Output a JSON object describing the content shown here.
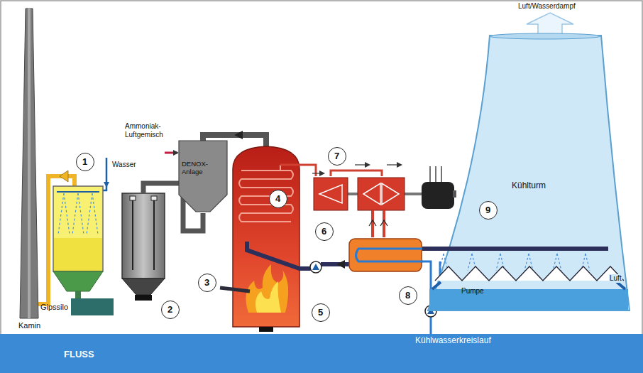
{
  "diagram": {
    "nodes": [
      {
        "text": [
          "Kamin"
        ]
      },
      {
        "text": [
          "Gipssilo"
        ]
      },
      {
        "text": [
          "DENOX-Anlage"
        ]
      },
      {
        "text": [
          "Kühlturm"
        ]
      },
      {
        "text": [
          "FLUSS",
          "Kühlwasserkreislauf"
        ]
      }
    ],
    "labels": [
      "1",
      "Wasser",
      "Ammoniak- Luftgemisch",
      "2",
      "3",
      "4",
      "5",
      "6",
      "7",
      "8",
      "9",
      "Luft/Wasserdampf",
      "Luft",
      "Pumpe"
    ]
  }
}
